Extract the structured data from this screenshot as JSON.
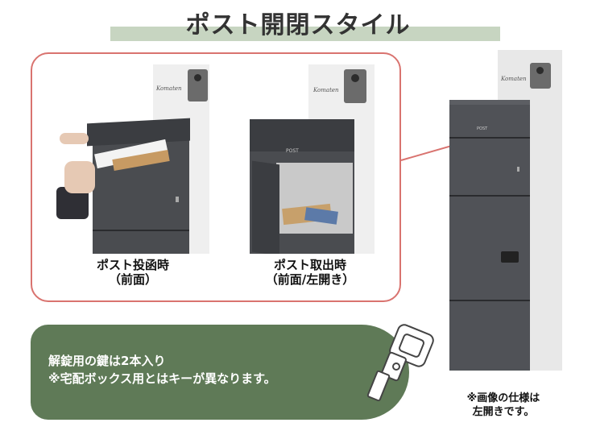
{
  "title": "ポスト開閉スタイル",
  "brand_logo": "Komaten",
  "captions": {
    "insert": {
      "line1": "ポスト投函時",
      "line2": "（前面）"
    },
    "take_out": {
      "line1": "ポスト取出時",
      "line2": "（前面/左開き）"
    }
  },
  "post_label": "POST",
  "note": {
    "line1": "解錠用の鍵は2本入り",
    "line2": "※宅配ボックス用とはキーが異なります。"
  },
  "spec_note": {
    "line1": "※画像の仕様は",
    "line2": "左開きです。"
  },
  "colors": {
    "accent_red": "#d9736f",
    "note_green": "#5f7a57",
    "title_band": "#c7d5c1",
    "box_gray": "#4a4c50"
  }
}
